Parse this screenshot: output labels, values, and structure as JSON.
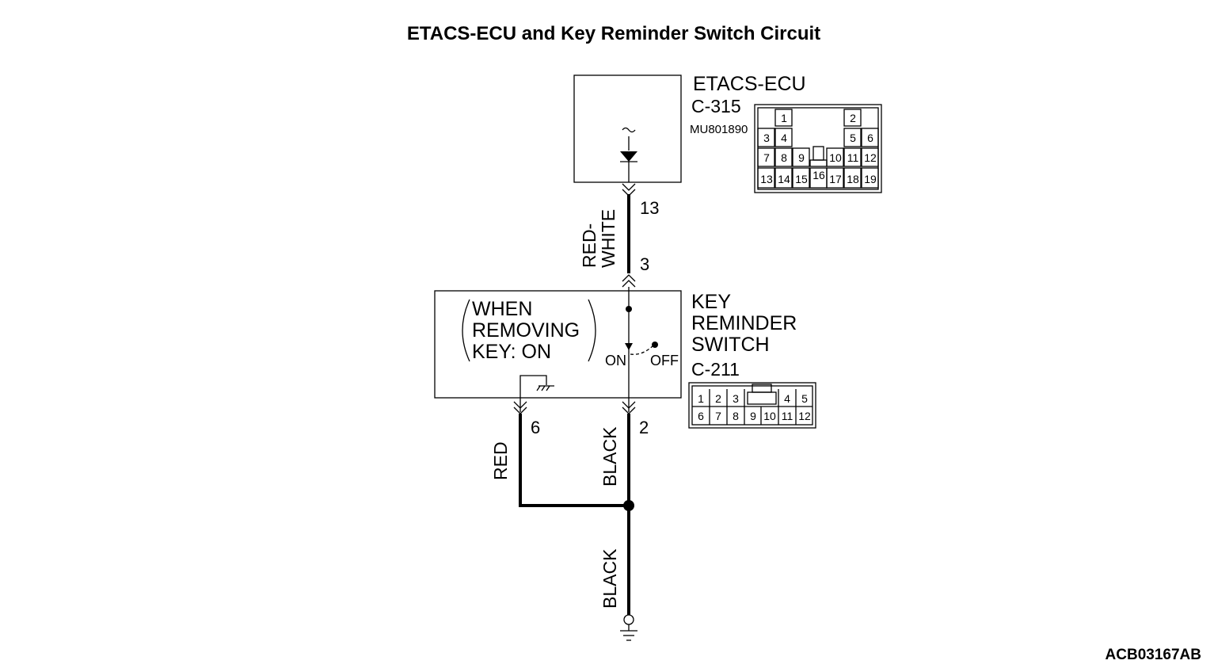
{
  "title": "ETACS-ECU and Key Reminder Switch Circuit",
  "figure_id": "ACB03167AB",
  "etacs": {
    "name": "ETACS-ECU",
    "connector": "C-315",
    "part_number": "MU801890",
    "pin_out": "13",
    "connector_pins": {
      "row1": [
        "1",
        "2"
      ],
      "row2": [
        "3",
        "4",
        "5",
        "6"
      ],
      "row3": [
        "7",
        "8",
        "9",
        "10",
        "11",
        "12"
      ],
      "row4": [
        "13",
        "14",
        "15",
        "16",
        "17",
        "18",
        "19"
      ]
    }
  },
  "switch": {
    "name_line1": "KEY",
    "name_line2": "REMINDER",
    "name_line3": "SWITCH",
    "connector": "C-211",
    "note_line1": "WHEN",
    "note_line2": "REMOVING",
    "note_line3": "KEY: ON",
    "on_label": "ON",
    "off_label": "OFF",
    "pin_in": "3",
    "pin_out_a": "6",
    "pin_out_b": "2",
    "connector_pins": {
      "top": [
        "1",
        "2",
        "3",
        "4",
        "5"
      ],
      "bottom": [
        "6",
        "7",
        "8",
        "9",
        "10",
        "11",
        "12"
      ]
    }
  },
  "wires": {
    "red_white_line1": "RED-",
    "red_white_line2": "WHITE",
    "red": "RED",
    "black_upper": "BLACK",
    "black_lower": "BLACK"
  }
}
